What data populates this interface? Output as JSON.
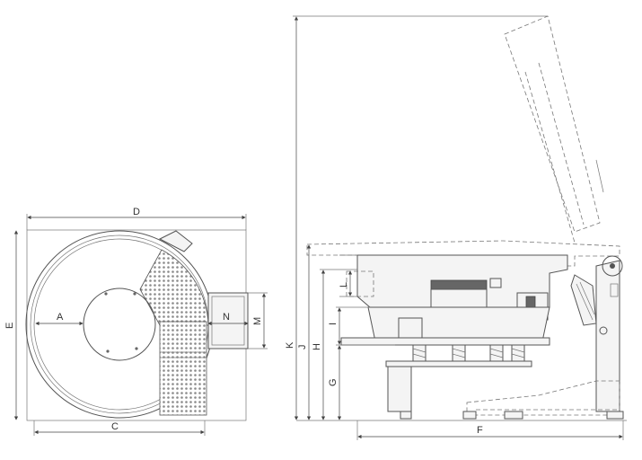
{
  "dimensions": {
    "A": "A",
    "C": "C",
    "D": "D",
    "E": "E",
    "M": "M",
    "N": "N",
    "F": "F",
    "G": "G",
    "H": "H",
    "I": "I",
    "J": "J",
    "K": "K",
    "L": "L"
  }
}
